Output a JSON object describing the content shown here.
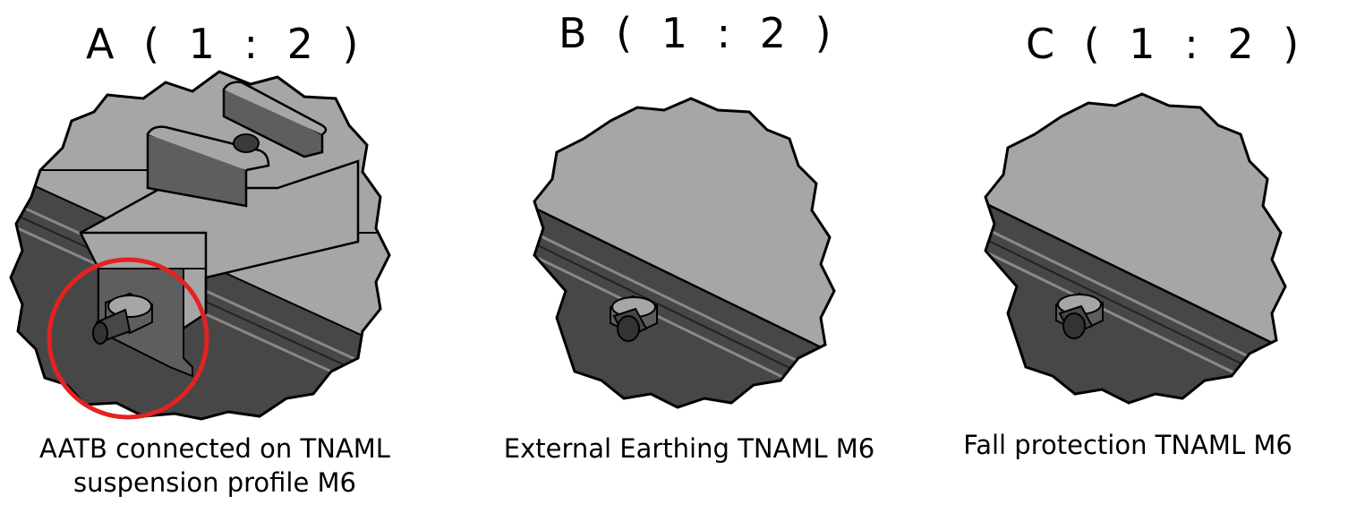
{
  "panels": [
    {
      "id": "A",
      "title": "A ( 1 : 2 )",
      "caption_line1": "AATB connected on TNAML",
      "caption_line2": "suspension profile M6",
      "highlight_color": "#e32222"
    },
    {
      "id": "B",
      "title": "B ( 1 : 2 )",
      "caption_line1": "External Earthing TNAML M6"
    },
    {
      "id": "C",
      "title": "C ( 1 : 2 )",
      "caption_line1": "Fall protection TNAML M6"
    }
  ],
  "colors": {
    "surface_light": "#a6a6a6",
    "profile_dark": "#474747",
    "bracket_mid": "#5e5e5e",
    "outline": "#000000",
    "highlight": "#e32222"
  }
}
